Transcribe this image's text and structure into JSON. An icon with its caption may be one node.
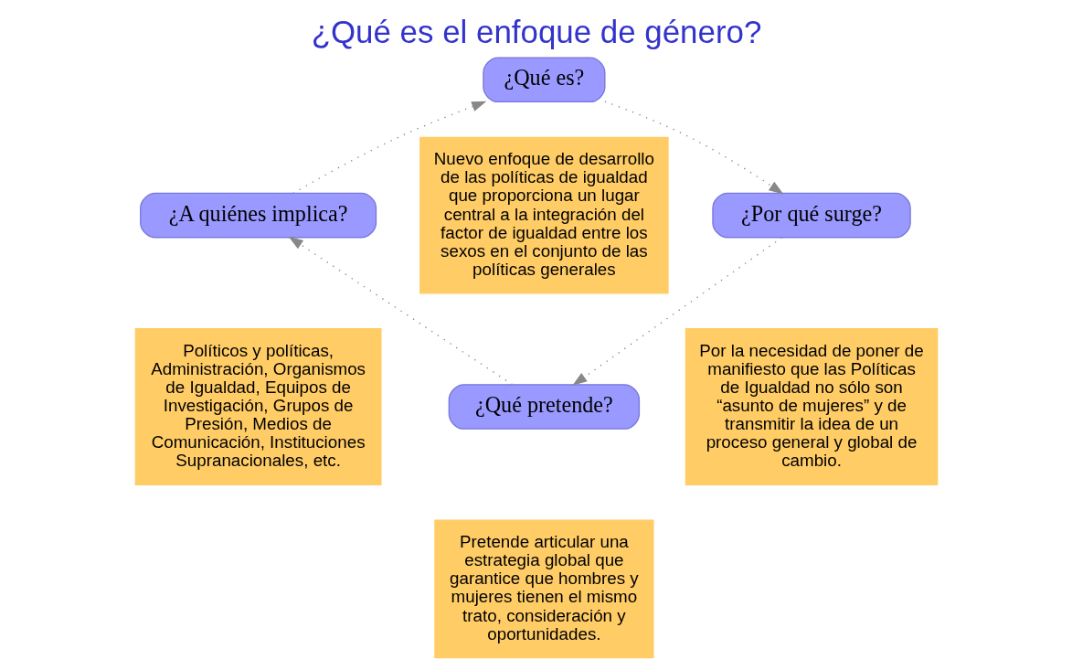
{
  "diagram": {
    "title": "¿Qué es el enfoque de género?",
    "nodes": [
      {
        "text": [
          "¿Qué es?"
        ]
      },
      {
        "text": [
          "Nuevo enfoque de desarrollo de las políticas de igualdad que proporciona un lugar central a la integración del factor de igualdad entre los sexos en el conjunto de las políticas generales"
        ]
      },
      {
        "text": [
          "¿Por qué surge?"
        ]
      },
      {
        "text": [
          "Por la necesidad de poner de manifiesto que las Políticas de Igualdad no sólo son “asunto de mujeres” y de transmitir la idea de un proceso general y global de cambio."
        ]
      },
      {
        "text": [
          "¿Qué pretende?"
        ]
      },
      {
        "text": [
          "Pretende articular una estrategia global que garantice que hombres y mujeres tienen el mismo trato, consideración y oportunidades."
        ]
      },
      {
        "text": [
          "¿A quiénes implica?"
        ]
      },
      {
        "text": [
          "Políticos y políticas, Administración, Organismos de Igualdad, Equipos de Investigación, Grupos de Presión, Medios de Comunicación, Instituciones Supranacionales, etc."
        ]
      }
    ],
    "edges": [
      {
        "from": 0,
        "to": 2,
        "arrow": "to",
        "style": "dashed"
      },
      {
        "from": 2,
        "to": 4,
        "arrow": "to",
        "style": "dashed"
      },
      {
        "from": 4,
        "to": 6,
        "arrow": "to",
        "style": "dashed"
      },
      {
        "from": 6,
        "to": 0,
        "arrow": "to",
        "style": "dashed"
      }
    ]
  }
}
